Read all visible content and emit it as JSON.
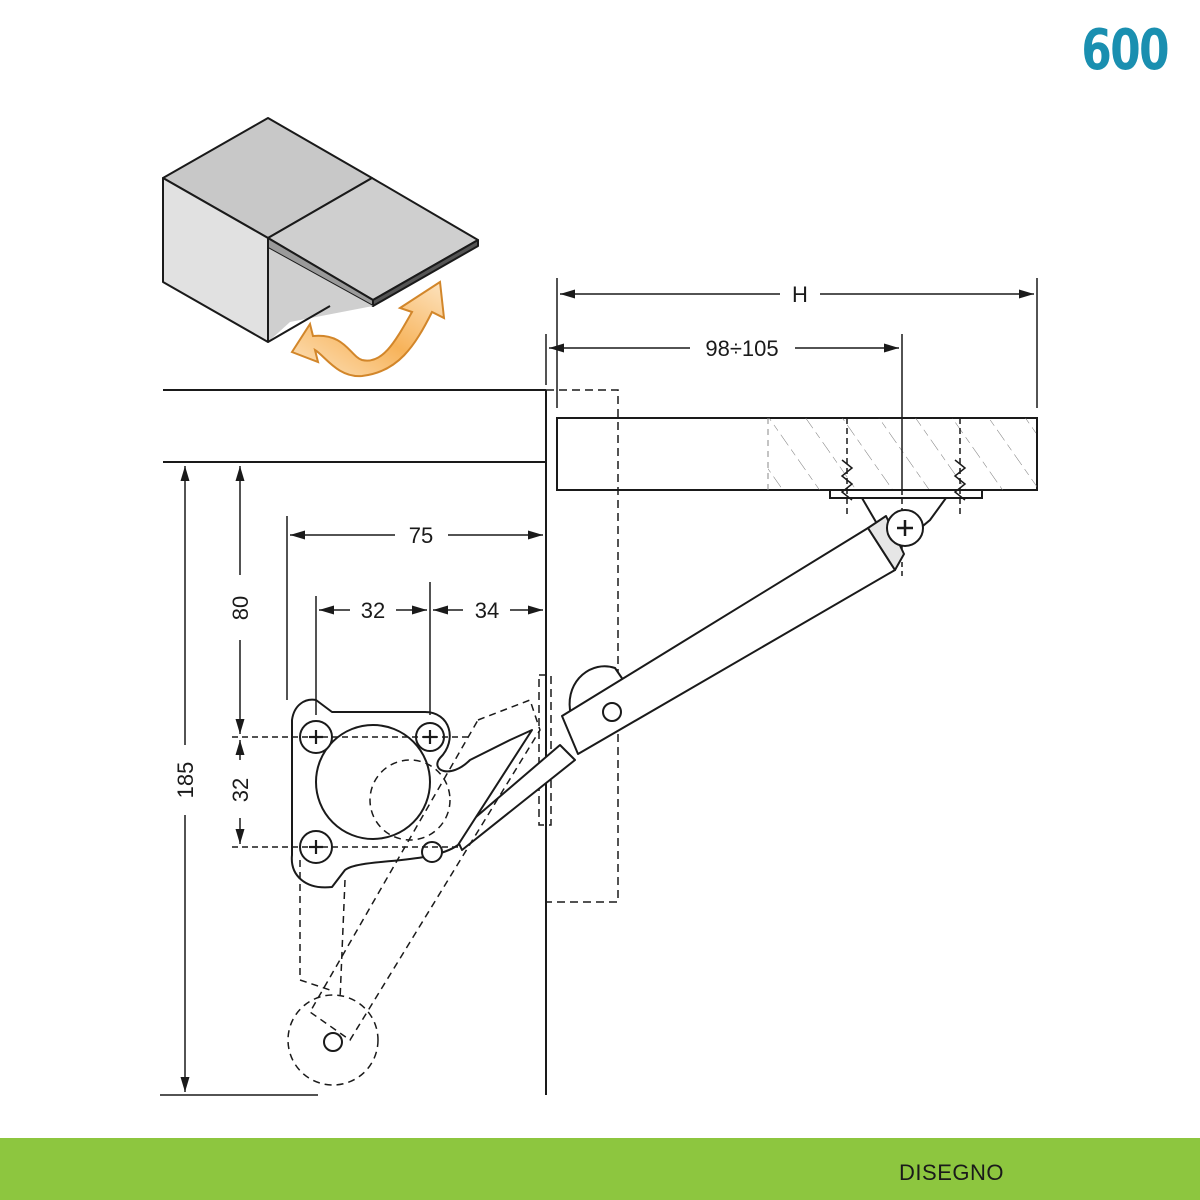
{
  "badge": {
    "text": "600",
    "color": "#1a8fb0"
  },
  "footer": {
    "label": "DISEGNO",
    "bar_color": "#8dc63f"
  },
  "dimensions": {
    "H": "H",
    "range": "98÷105",
    "d75": "75",
    "d32h": "32",
    "d34": "34",
    "d80": "80",
    "d185": "185",
    "d32v": "32"
  },
  "colors": {
    "line": "#1a1a1a",
    "arrow_fill": "#f7b35a",
    "box_top": "#c8c8c8",
    "box_side": "#e1e1e1"
  },
  "icons": [
    "hinge-stay-icon",
    "cabinet-flap-icon",
    "screw-icon",
    "rotation-arrow-icon"
  ]
}
